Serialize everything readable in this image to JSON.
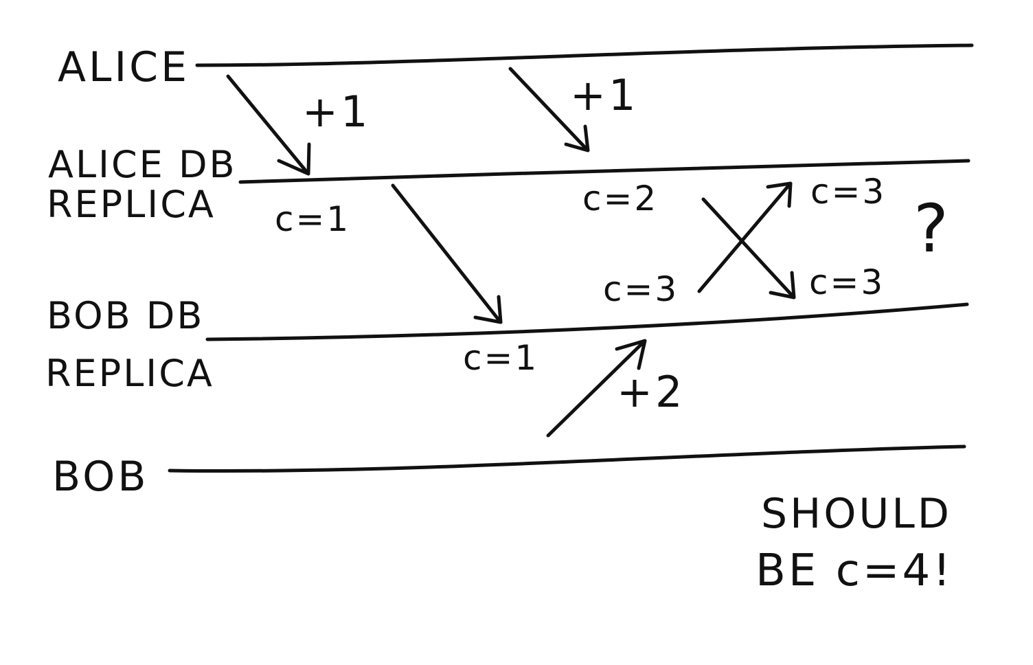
{
  "participants": {
    "alice": "ALICE",
    "alice_db": [
      "ALICE DB",
      "REPLICA"
    ],
    "bob_db": [
      "BOB DB",
      "REPLICA"
    ],
    "bob": "BOB"
  },
  "messages": {
    "alice_inc_1": "+1",
    "alice_inc_2": "+1",
    "bob_inc": "+2"
  },
  "states": {
    "alice_db_c1": "c=1",
    "alice_db_c2": "c=2",
    "alice_db_c3_received": "c=3",
    "bob_db_c1": "c=1",
    "bob_db_c3": "c=3",
    "bob_db_c3_received": "c=3"
  },
  "annotations": {
    "question": "?",
    "conclusion": [
      "SHOULD",
      "BE c=4!"
    ]
  }
}
